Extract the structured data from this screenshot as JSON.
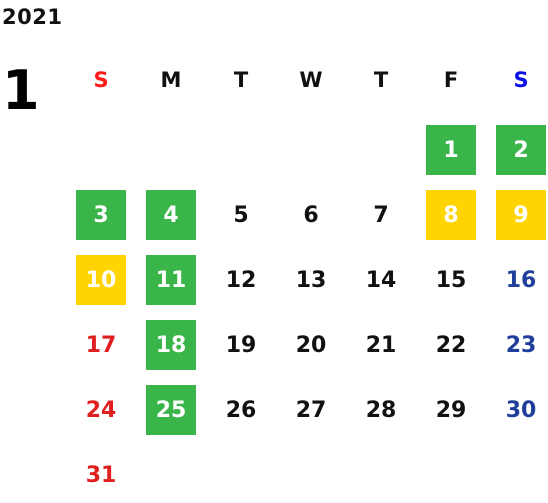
{
  "calendar": {
    "year": "2021",
    "month": "1",
    "colors": {
      "holiday_green": "#39b54a",
      "closed_yellow": "#ffd400",
      "sunday_red": "#e02020",
      "saturday_blue": "#1f3f9a"
    },
    "weekdays": [
      {
        "label": "S",
        "tone": "sunhead"
      },
      {
        "label": "M",
        "tone": "normal"
      },
      {
        "label": "T",
        "tone": "normal"
      },
      {
        "label": "W",
        "tone": "normal"
      },
      {
        "label": "T",
        "tone": "normal"
      },
      {
        "label": "F",
        "tone": "normal"
      },
      {
        "label": "S",
        "tone": "sathead"
      }
    ],
    "weeks": [
      [
        null,
        null,
        null,
        null,
        null,
        {
          "day": "1",
          "tone": "normal",
          "fill": "green"
        },
        {
          "day": "2",
          "tone": "sat",
          "fill": "green"
        }
      ],
      [
        {
          "day": "3",
          "tone": "sun",
          "fill": "green"
        },
        {
          "day": "4",
          "tone": "normal",
          "fill": "green"
        },
        {
          "day": "5",
          "tone": "normal",
          "fill": null
        },
        {
          "day": "6",
          "tone": "normal",
          "fill": null
        },
        {
          "day": "7",
          "tone": "normal",
          "fill": null
        },
        {
          "day": "8",
          "tone": "normal",
          "fill": "yellow"
        },
        {
          "day": "9",
          "tone": "sat",
          "fill": "yellow"
        }
      ],
      [
        {
          "day": "10",
          "tone": "sun",
          "fill": "yellow"
        },
        {
          "day": "11",
          "tone": "normal",
          "fill": "green"
        },
        {
          "day": "12",
          "tone": "normal",
          "fill": null
        },
        {
          "day": "13",
          "tone": "normal",
          "fill": null
        },
        {
          "day": "14",
          "tone": "normal",
          "fill": null
        },
        {
          "day": "15",
          "tone": "normal",
          "fill": null
        },
        {
          "day": "16",
          "tone": "sat",
          "fill": null
        }
      ],
      [
        {
          "day": "17",
          "tone": "sun",
          "fill": null
        },
        {
          "day": "18",
          "tone": "normal",
          "fill": "green"
        },
        {
          "day": "19",
          "tone": "normal",
          "fill": null
        },
        {
          "day": "20",
          "tone": "normal",
          "fill": null
        },
        {
          "day": "21",
          "tone": "normal",
          "fill": null
        },
        {
          "day": "22",
          "tone": "normal",
          "fill": null
        },
        {
          "day": "23",
          "tone": "sat",
          "fill": null
        }
      ],
      [
        {
          "day": "24",
          "tone": "sun",
          "fill": null
        },
        {
          "day": "25",
          "tone": "normal",
          "fill": "green"
        },
        {
          "day": "26",
          "tone": "normal",
          "fill": null
        },
        {
          "day": "27",
          "tone": "normal",
          "fill": null
        },
        {
          "day": "28",
          "tone": "normal",
          "fill": null
        },
        {
          "day": "29",
          "tone": "normal",
          "fill": null
        },
        {
          "day": "30",
          "tone": "sat",
          "fill": null
        }
      ],
      [
        {
          "day": "31",
          "tone": "sun",
          "fill": null
        },
        null,
        null,
        null,
        null,
        null,
        null
      ]
    ]
  }
}
